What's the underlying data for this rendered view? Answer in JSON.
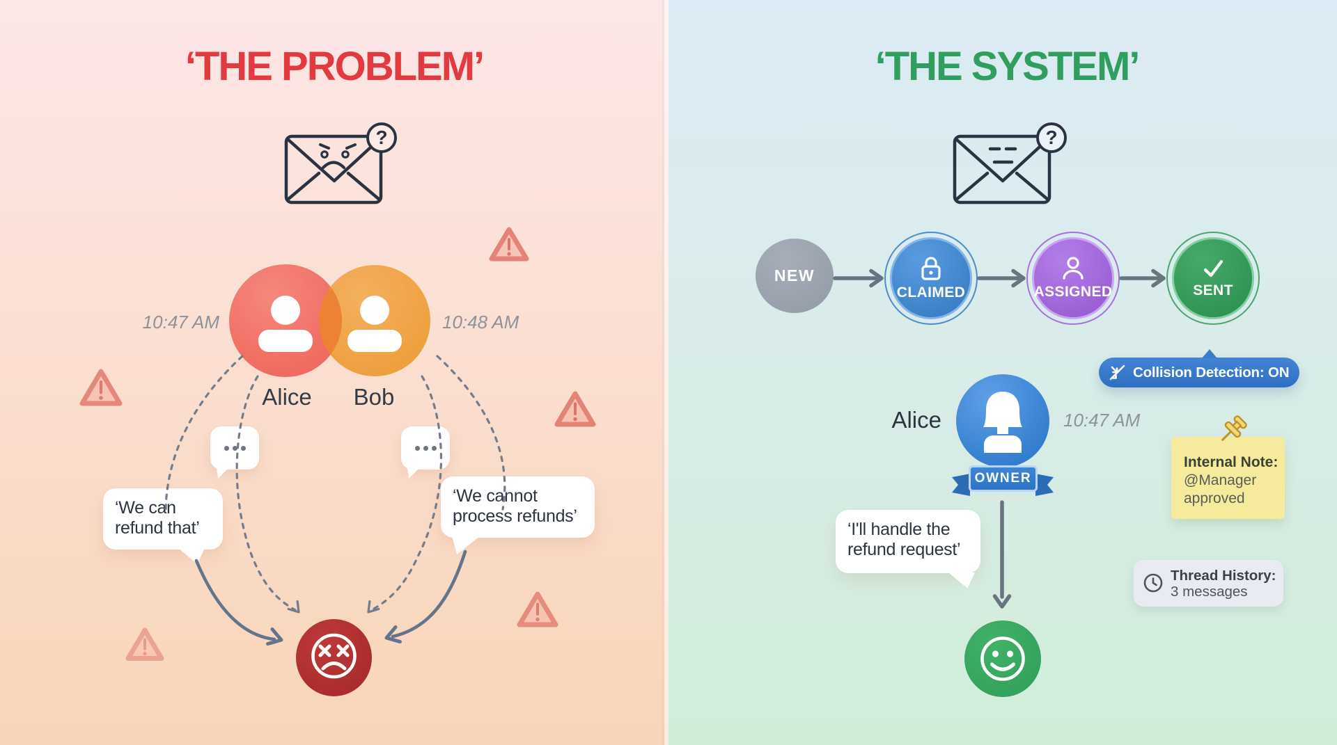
{
  "left_panel": {
    "title": "‘THE PROBLEM’",
    "title_color": "#e23a3f",
    "email_badge": "?",
    "agents": [
      {
        "name": "Alice",
        "time": "10:47 AM",
        "color": "#f06a60"
      },
      {
        "name": "Bob",
        "time": "10:48 AM",
        "color": "#eea03f"
      }
    ],
    "speech_bubbles": [
      {
        "line1": "‘We can",
        "line2": "refund that’"
      },
      {
        "line1": "‘We cannot",
        "line2": "process refunds’"
      }
    ],
    "collision_face_color": "#b02e2e"
  },
  "right_panel": {
    "title": "‘THE SYSTEM’",
    "title_color": "#2f9e5f",
    "email_badge": "?",
    "pipeline": [
      {
        "label": "NEW",
        "color": "#969fa9",
        "icon": ""
      },
      {
        "label": "CLAIMED",
        "color": "#3b80c6",
        "icon": "lock-icon"
      },
      {
        "label": "ASSIGNED",
        "color": "#9a60d3",
        "icon": "person-icon"
      },
      {
        "label": "SENT",
        "color": "#2f9355",
        "icon": "check-icon"
      }
    ],
    "collision_badge": {
      "text": "Collision Detection: ON",
      "color": "#3376c9",
      "icon": "collision-arrows-icon"
    },
    "owner_card": {
      "name": "Alice",
      "time": "10:47 AM",
      "ribbon": "OWNER",
      "avatar_color": "#3b82d4"
    },
    "speech_bubble": {
      "line1": "‘I'll handle the",
      "line2": "refund request’"
    },
    "sticky_note": {
      "title": "Internal Note:",
      "line1": "@Manager",
      "line2": "approved",
      "color": "#f6eb9d",
      "icon": "pushpin-icon"
    },
    "thread_pill": {
      "title": "Thread History:",
      "line1": "3 messages",
      "icon": "clock-icon"
    },
    "happy_face_color": "#3aa763"
  },
  "icons": {
    "left_email": "angry-envelope-icon",
    "right_email": "neutral-envelope-icon",
    "question": "question-badge-icon",
    "warning": "warning-triangle-icon",
    "typing": "typing-dots-icon",
    "collision_result": "dead-face-icon",
    "happy_result": "smiley-face-icon"
  }
}
